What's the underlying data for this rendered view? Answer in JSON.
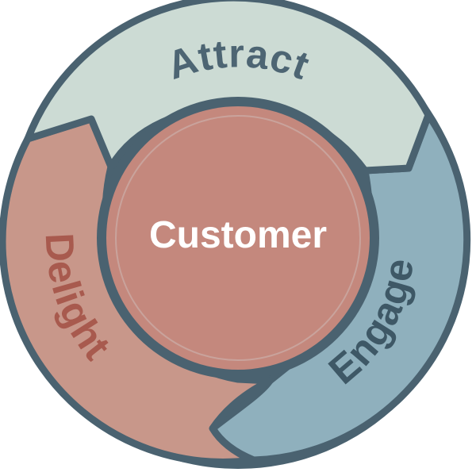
{
  "diagram": {
    "center": {
      "label": "Customer"
    },
    "segments": [
      {
        "id": "attract",
        "label": "Attract"
      },
      {
        "id": "engage",
        "label": "Engage"
      },
      {
        "id": "delight",
        "label": "Delight"
      }
    ]
  },
  "colors": {
    "outline": "#4a6270",
    "attract_fill": "#ccdbd4",
    "engage_fill": "#8fb0bd",
    "delight_fill": "#c8978a",
    "center_fill": "#c4887d",
    "center_ring": "#c9a39c",
    "label_attract": "#4d6573",
    "label_engage": "#3e5866",
    "label_delight": "#a85a4e",
    "center_text": "#ffffff"
  }
}
